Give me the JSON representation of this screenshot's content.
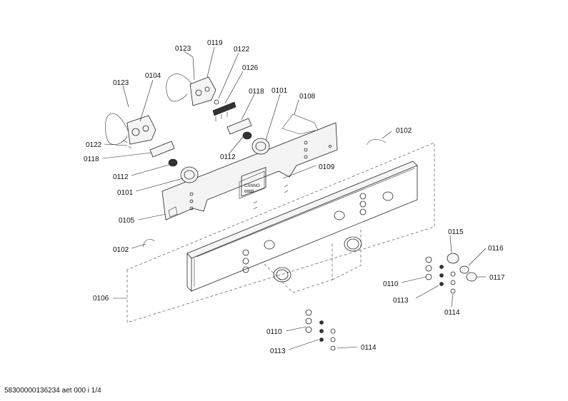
{
  "footer": "58300000136234 aet 000 i 1/4",
  "labels": {
    "l0123a": "0123",
    "l0119": "0119",
    "l0122a": "0122",
    "l0104": "0104",
    "l0126": "0126",
    "l0123b": "0123",
    "l0118a": "0118",
    "l0101a": "0101",
    "l0108": "0108",
    "l0122b": "0122",
    "l0102a": "0102",
    "l0118b": "0118",
    "l0112a": "0112",
    "l0112b": "0112",
    "l0109": "0109",
    "l0101b": "0101",
    "l0105": "0105",
    "l0102b": "0102",
    "l0115": "0115",
    "l0116": "0116",
    "l0117": "0117",
    "l0110a": "0110",
    "l0113a": "0113",
    "l0114a": "0114",
    "l0106": "0106",
    "l0110b": "0110",
    "l0113b": "0113",
    "l0114b": "0114"
  }
}
